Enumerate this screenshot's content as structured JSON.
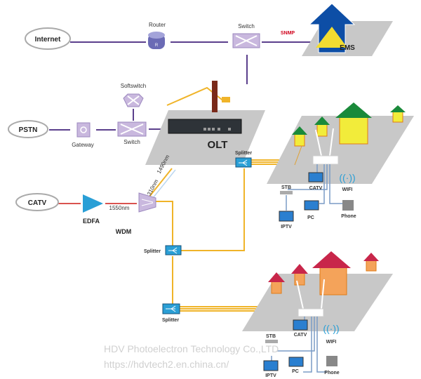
{
  "core": {
    "internet": "Internet",
    "router": "Router",
    "switch_top": "Switch",
    "snmp": "SNMP",
    "ems": "EMS",
    "softswitch": "Softswitch",
    "pstn": "PSTN",
    "gateway": "Gateway",
    "switch_mid": "Switch",
    "olt": "OLT",
    "catv": "CATV",
    "edfa": "EDFA",
    "wdm": "WDM",
    "wl_1550": "1550nm",
    "wl_1490": "1490nm",
    "wl_1310": "1310nm"
  },
  "splitters": [
    "Splitter",
    "Splitter",
    "Splitter"
  ],
  "homes_top": {
    "stb": "STB",
    "catv": "CATV",
    "wifi": "WIFI",
    "iptv": "IPTV",
    "pc": "PC",
    "phone": "Phone"
  },
  "homes_bottom": {
    "stb": "STB",
    "catv": "CATV",
    "wifi": "WIFI",
    "iptv": "IPTV",
    "pc": "PC",
    "phone": "Phone"
  },
  "watermark": {
    "line1": "HDV Photoelectron Technology Co.,LTD",
    "line2": "https://hdvtech2.en.china.cn/"
  },
  "colors": {
    "link": "#5b3f8c",
    "catv_link": "#d9534f",
    "fiber": "#f0b429",
    "snmp": "#d0021b",
    "ems_blue": "#0d4ea6",
    "device_blue": "#2a9fd6"
  }
}
